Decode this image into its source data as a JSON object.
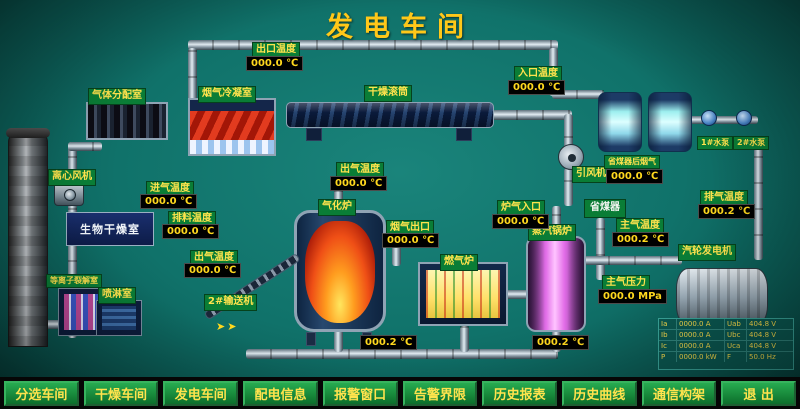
{
  "title": "发电车间",
  "colors": {
    "background": "#10726a",
    "label_bg": "#0a7d36",
    "label_text": "#ffe34d",
    "readout_bg": "#000000",
    "readout_text": "#ffd81e",
    "title_text": "#ffc819",
    "nav_button_bg": "#0c6e2b",
    "nav_button_text": "#ffe34d"
  },
  "labels": [
    {
      "text": "出口温度"
    },
    {
      "text": "入口温度"
    },
    {
      "text": "气体分配室"
    },
    {
      "text": "烟气冷凝室"
    },
    {
      "text": "干燥滚筒"
    },
    {
      "text": "离心风机"
    },
    {
      "text": "进气温度"
    },
    {
      "text": "排料温度"
    },
    {
      "text": "出气温度"
    },
    {
      "text": "出气温度"
    },
    {
      "text": "气化炉"
    },
    {
      "text": "2#输送机"
    },
    {
      "text": "烟气出口"
    },
    {
      "text": "燃气炉"
    },
    {
      "text": "炉气入口"
    },
    {
      "text": "蒸汽锅炉"
    },
    {
      "text": "引风机"
    },
    {
      "text": "省煤器后烟气"
    },
    {
      "text": "主气温度"
    },
    {
      "text": "排气温度"
    },
    {
      "text": "主气压力"
    },
    {
      "text": "汽轮发电机"
    },
    {
      "text": "1#水泵"
    },
    {
      "text": "2#水泵"
    },
    {
      "text": "等离子裂解室"
    },
    {
      "text": "喷淋室"
    },
    {
      "text": "省煤器"
    }
  ],
  "readouts": [
    {
      "value": "000.0 ℃"
    },
    {
      "value": "000.0 ℃"
    },
    {
      "value": "000.0 ℃"
    },
    {
      "value": "000.0 ℃"
    },
    {
      "value": "000.0 ℃"
    },
    {
      "value": "000.0 ℃"
    },
    {
      "value": "000.0 ℃"
    },
    {
      "value": "000.0 ℃"
    },
    {
      "value": "000.0 ℃"
    },
    {
      "value": "000.2 ℃"
    },
    {
      "value": "000.2 ℃"
    },
    {
      "value": "000.0 MPa"
    },
    {
      "value": "000.2 ℃"
    },
    {
      "value": "000.2 ℃"
    }
  ],
  "equipment": {
    "bio_dry_room": "生物干燥室"
  },
  "conveyor_arrows": "➤➤",
  "generator_table": {
    "rows": [
      [
        "Ia",
        "0000.0 A",
        "Uab",
        "404.8 V"
      ],
      [
        "Ib",
        "0000.0 A",
        "Ubc",
        "404.8 V"
      ],
      [
        "Ic",
        "0000.0 A",
        "Uca",
        "404.8 V"
      ],
      [
        "P",
        "0000.0 kW",
        "F",
        "50.0 Hz"
      ]
    ]
  },
  "nav": {
    "items": [
      "分选车间",
      "干燥车间",
      "发电车间",
      "配电信息",
      "报警窗口",
      "告警界限",
      "历史报表",
      "历史曲线",
      "通信构架",
      "退 出"
    ]
  }
}
